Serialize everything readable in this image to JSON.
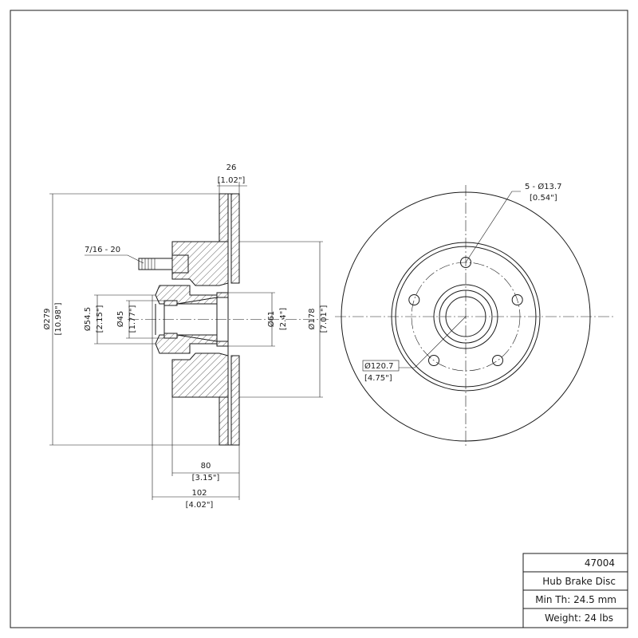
{
  "side_view": {
    "thickness": {
      "mm": "26",
      "in": "[1.02\"]"
    },
    "stud_thread": "7/16 - 20",
    "overall_diameter": {
      "mm": "Ø279",
      "in": "[10.98\"]"
    },
    "outer_bearing_bore": {
      "mm": "Ø54.5",
      "in": "[2.15\"]"
    },
    "inner_bearing_bore": {
      "mm": "Ø45",
      "in": "[1.77\"]"
    },
    "hub_bore": {
      "mm": "Ø61",
      "in": "[2.4\"]"
    },
    "hat_diameter": {
      "mm": "Ø178",
      "in": "[7.01\"]"
    },
    "hat_height": {
      "mm": "80",
      "in": "[3.15\"]"
    },
    "overall_height": {
      "mm": "102",
      "in": "[4.02\"]"
    }
  },
  "front_view": {
    "bolt_holes": {
      "mm": "5 - Ø13.7",
      "in": "[0.54\"]"
    },
    "bolt_circle": {
      "mm": "Ø120.7",
      "in": "[4.75\"]"
    }
  },
  "title_block": {
    "part_number": "47004",
    "description": "Hub Brake Disc",
    "min_thickness": "Min Th: 24.5 mm",
    "weight": "Weight: 24 lbs"
  }
}
